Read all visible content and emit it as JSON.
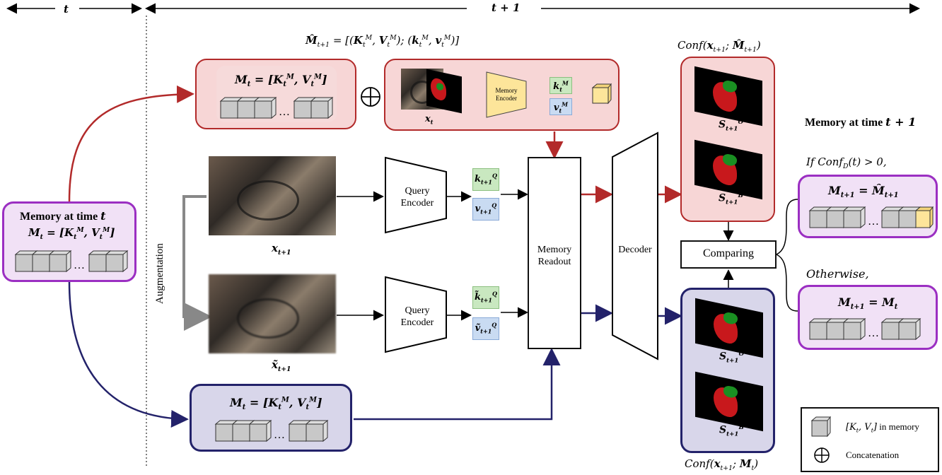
{
  "timeline": {
    "t_label": "t",
    "t1_label": "t + 1"
  },
  "memory_left": {
    "title": "Memory at time",
    "title_var": "t"
  },
  "memory_right_title": {
    "prefix": "Memory at time",
    "var": "t + 1"
  },
  "hat_formula": "M̂ₜ₊₁ = [(Kₜᴹ, Vₜᴹ); (kₜᴹ, vₜᴹ)]",
  "memory_encoder_label": {
    "line1": "Memory",
    "line2": "Encoder"
  },
  "query_encoder_label": {
    "line1": "Query",
    "line2": "Encoder"
  },
  "memory_readout_label": {
    "line1": "Memory",
    "line2": "Readout"
  },
  "decoder_label": "Decoder",
  "comparing_label": "Comparing",
  "augmentation_label": "Augmentation",
  "x_t1_label": "x",
  "xt_label": "x",
  "if_text": "If Conf",
  "otherwise_text": "Otherwise,",
  "conf_top_label": "Conf",
  "conf_bottom_label": "Conf",
  "legend": {
    "item1": "in memory",
    "item2": "Concatenation"
  },
  "colors": {
    "red": "#b22a2a",
    "navy": "#23226a",
    "purple": "#9b2fc2",
    "gray_arrow": "#888888"
  }
}
